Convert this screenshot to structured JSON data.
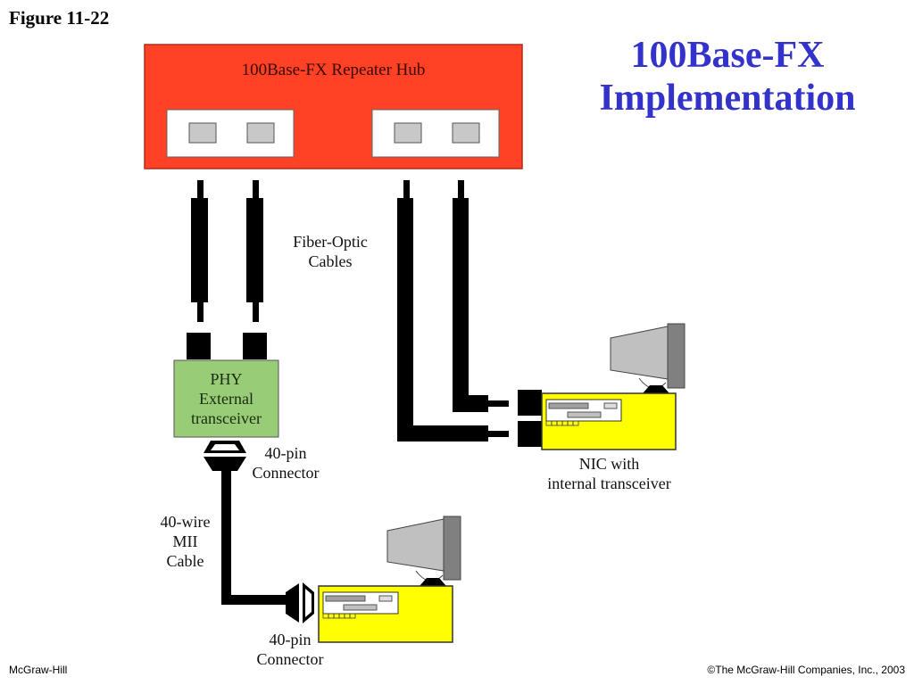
{
  "figure_label": "Figure 11-22",
  "title": {
    "line1": "100Base-FX",
    "line2": "Implementation"
  },
  "hub": {
    "label": "100Base-FX  Repeater Hub",
    "color": "#ff4125",
    "port_groups": 2,
    "ports_per_group": 2
  },
  "labels": {
    "fiber_cables_line1": "Fiber-Optic",
    "fiber_cables_line2": "Cables",
    "phy_line1": "PHY",
    "phy_line2": "External",
    "phy_line3": "transceiver",
    "connector_top_line1": "40-pin",
    "connector_top_line2": "Connector",
    "mii_line1": "40-wire",
    "mii_line2": "MII",
    "mii_line3": "Cable",
    "connector_bottom_line1": "40-pin",
    "connector_bottom_line2": "Connector",
    "nic_line1": "NIC with",
    "nic_line2": "internal transceiver"
  },
  "colors": {
    "title": "#3333cc",
    "phy": "#99cc77",
    "computer": "#ffff00",
    "monitor": "#c0c0c0",
    "monitor_back": "#808080"
  },
  "footer": {
    "left": "McGraw-Hill",
    "right": "©The McGraw-Hill Companies, Inc., 2003"
  }
}
